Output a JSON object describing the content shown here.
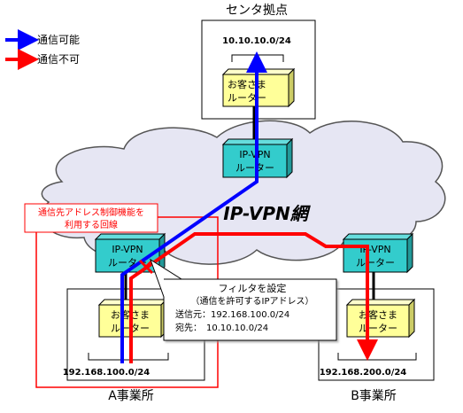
{
  "legend": {
    "ok_label": "通信可能",
    "ng_label": "通信不可",
    "ok_color": "#0000ff",
    "ng_color": "#ff0000"
  },
  "center": {
    "title": "センタ拠点",
    "network": "10.10.10.0/24",
    "customer_router": [
      "お客さま",
      "ルーター"
    ],
    "vpn_router": [
      "IP-VPN",
      "ルーター"
    ]
  },
  "cloud": {
    "title": "IP-VPN網"
  },
  "site_a": {
    "title": "A事業所",
    "network": "192.168.100.0/24",
    "customer_router": [
      "お客さま",
      "ルーター"
    ],
    "vpn_router": [
      "IP-VPN",
      "ルーター"
    ]
  },
  "site_b": {
    "title": "B事業所",
    "network": "192.168.200.0/24",
    "customer_router": [
      "お客さま",
      "ルーター"
    ],
    "vpn_router": [
      "IP-VPN",
      "ルーター"
    ]
  },
  "line_label": [
    "通信先アドレス制御機能を",
    "利用する回線"
  ],
  "filter": {
    "title": "フィルタを設定",
    "subtitle": "（通信を許可するIPアドレス）",
    "src": "送信元：192.168.100.0/24",
    "dst": "宛先：　10.10.10.0/24"
  },
  "colors": {
    "customer_router": "#ffff99",
    "vpn_router": "#33cccc",
    "cloud": "#e6e6f3"
  }
}
